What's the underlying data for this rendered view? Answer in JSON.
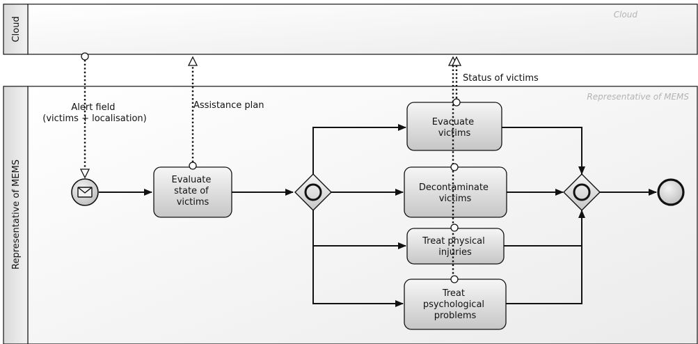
{
  "pools": {
    "cloud": {
      "label": "Cloud",
      "watermark": "Cloud"
    },
    "mems": {
      "label": "Representative of MEMS",
      "watermark": "Representative of MEMS"
    }
  },
  "tasks": {
    "evaluate_state": [
      "Evaluate",
      "state of",
      "victims"
    ],
    "evacuate": [
      "Evacuate",
      "victims"
    ],
    "decontaminate": [
      "Decontaminate",
      "victims"
    ],
    "treat_physical": [
      "Treat physical",
      "injuries"
    ],
    "treat_psych": [
      "Treat",
      "psychological",
      "problems"
    ]
  },
  "messages": {
    "alert": [
      "Alert field",
      "(victims + localisation)"
    ],
    "assistance_plan": "Assistance plan",
    "status": "Status of victims"
  },
  "colors": {
    "task_fill_top": "#f4f4f4",
    "task_fill_bottom": "#c9c9c9",
    "stroke": "#111111"
  },
  "icons": {
    "start_event": "envelope-icon",
    "gateway": "inclusive-gateway-icon",
    "end_event": "end-event-icon"
  }
}
